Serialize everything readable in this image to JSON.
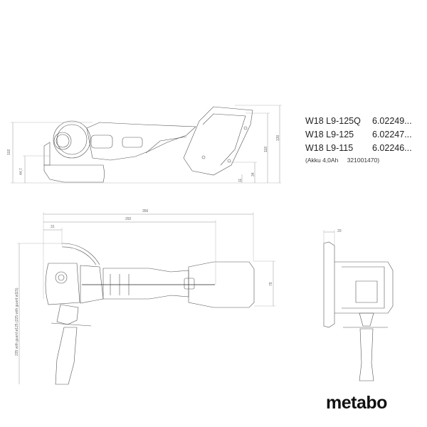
{
  "models": [
    {
      "name": "W18 L9-125Q",
      "order_no": "6.02249..."
    },
    {
      "name": "W18 L9-125",
      "order_no": "6.02247..."
    },
    {
      "name": "W18 L9-115",
      "order_no": "6.02246..."
    }
  ],
  "battery_note": {
    "label": "(Akku 4,0Ah",
    "part_no": "321001470)"
  },
  "side_view_dims": {
    "height_overall": "102",
    "spindle_height": "44,7",
    "battery_height": "130",
    "battery_height_2": "118",
    "battery_offset": "34",
    "foot_offset": "11"
  },
  "top_view_dims": {
    "total_length": "356",
    "body_length": "292",
    "guard_offset": "31",
    "battery_width": "79",
    "handle_length": "235 with guard ø125  (225 with guard ø115)"
  },
  "front_view_dims": {
    "disc_offset": "20"
  },
  "brand": "metabo"
}
